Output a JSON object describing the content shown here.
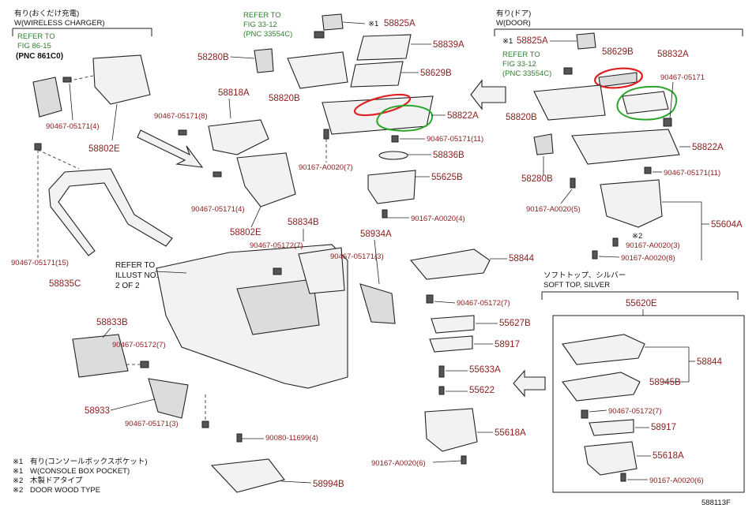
{
  "diagram_id": "588113F",
  "wireless": {
    "title_jp": "有り(おくだけ充電)",
    "title_en": "W(WIRELESS CHARGER)",
    "refer_line1": "REFER TO",
    "refer_line2": "FIG 86-15",
    "refer_line3": "(PNC 861C0)"
  },
  "door": {
    "title_jp": "有り(ドア)",
    "title_en": "W(DOOR)"
  },
  "refer_center": {
    "line1": "REFER TO",
    "line2": "FIG 33-12",
    "line3": "(PNC 33554C)"
  },
  "refer_right": {
    "line1": "REFER TO",
    "line2": "FIG 33-12",
    "line3": "(PNC 33554C)"
  },
  "refer_illust": {
    "line1": "REFER TO",
    "line2": "ILLUST NO.",
    "line3": "2 OF 2"
  },
  "soft_top": {
    "jp": "ソフトトップ、シルバー",
    "en": "SOFT TOP, SILVER"
  },
  "markers": {
    "m1": "※1",
    "m2": "※2"
  },
  "labels": {
    "p58825A_c": "58825A",
    "p58839A": "58839A",
    "p58629B_c": "58629B",
    "p58822A_c": "58822A",
    "p58280B_c": "58280B",
    "p58820B_c": "58820B",
    "p90167A0020_7": "90167-A0020(7)",
    "p90467_05171_11c": "90467-05171(11)",
    "p58836B": "58836B",
    "p55625B": "55625B",
    "p90167A0020_4": "90167-A0020(4)",
    "p90467_05171_4a": "90467-05171(4)",
    "p58802E_a": "58802E",
    "p58818A": "58818A",
    "p90467_05171_8": "90467-05171(8)",
    "p90467_05171_4b": "90467-05171(4)",
    "p58802E_b": "58802E",
    "p90467_05171_15": "90467-05171(15)",
    "p58835C": "58835C",
    "p58834B": "58834B",
    "p90467_05172_7a": "90467-05172(7)",
    "p58934A": "58934A",
    "p90467_05171_3a": "90467-05171(3)",
    "p58833B": "58833B",
    "p90467_05172_7b": "90467-05172(7)",
    "p58933": "58933",
    "p90467_05171_3b": "90467-05171(3)",
    "p90080_11699": "90080-11699(4)",
    "p58994B": "58994B",
    "p58844_a": "58844",
    "p90467_05172_7c": "90467-05172(7)",
    "p55627B": "55627B",
    "p58917_a": "58917",
    "p55633A": "55633A",
    "p55622": "55622",
    "p55618A_a": "55618A",
    "p90167A0020_6a": "90167-A0020(6)",
    "p58825A_r": "58825A",
    "p58629B_r": "58629B",
    "p58832A": "58832A",
    "p90467_05171_r": "90467-05171",
    "p58820B_r": "58820B",
    "p58822A_r": "58822A",
    "p58280B_r": "58280B",
    "p90467_05171_11r": "90467-05171(11)",
    "p90167A0020_5": "90167-A0020(5)",
    "p55604A": "55604A",
    "p90167A0020_3": "90167-A0020(3)",
    "p90167A0020_8": "90167-A0020(8)",
    "p55620E": "55620E",
    "p58844_b": "58844",
    "p58945B": "58945B",
    "p90467_05172_7d": "90467-05172(7)",
    "p58917_b": "58917",
    "p55618A_b": "55618A",
    "p90167A0020_6b": "90167-A0020(6)"
  },
  "notes": [
    {
      "marker": "※1",
      "text": "有り(コンソールボックスポケット)"
    },
    {
      "marker": "※1",
      "text": "W(CONSOLE BOX POCKET)"
    },
    {
      "marker": "※2",
      "text": "木製ドアタイプ"
    },
    {
      "marker": "※2",
      "text": "DOOR WOOD TYPE"
    }
  ],
  "colors": {
    "part_label": "#8a1c1c",
    "reference": "#2f7d2f",
    "highlight_red": "#e02020",
    "highlight_green": "#2aa52a"
  }
}
